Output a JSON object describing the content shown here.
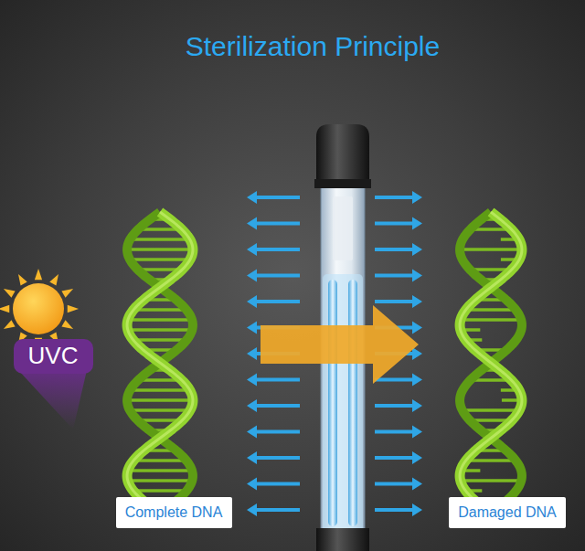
{
  "diagram": {
    "title": "Sterilization Principle",
    "nodes": [
      {
        "text": [
          "UVC"
        ]
      },
      {
        "text": [
          "Complete DNA"
        ]
      },
      {
        "text": [
          "Damaged DNA"
        ]
      }
    ]
  }
}
